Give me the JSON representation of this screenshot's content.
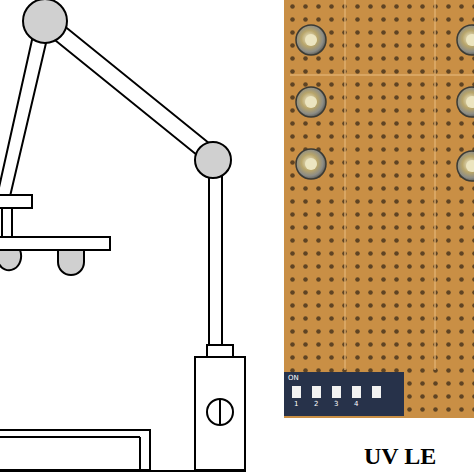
{
  "diagram": {
    "labels": [
      "UV LE",
      "ON",
      "1",
      "2",
      "3",
      "4"
    ]
  }
}
